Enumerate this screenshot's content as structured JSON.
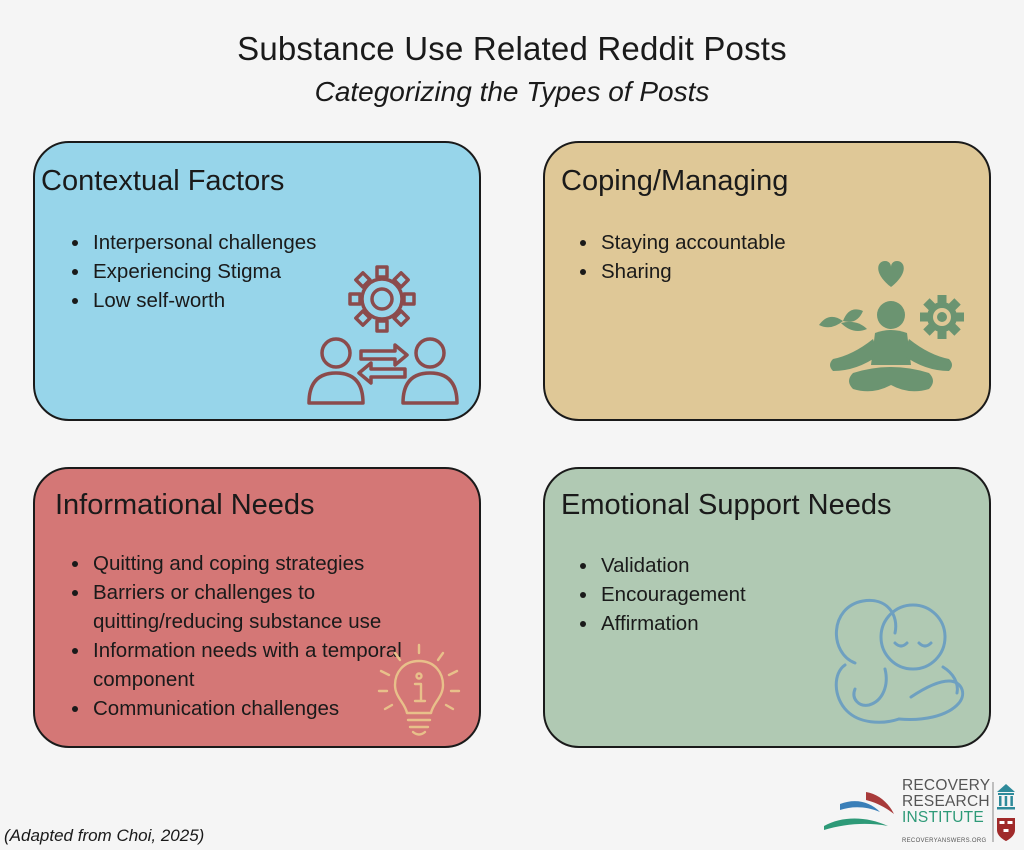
{
  "header": {
    "title": "Substance Use Related Reddit Posts",
    "subtitle": "Categorizing the Types of Posts"
  },
  "cards": {
    "contextual": {
      "title": "Contextual Factors",
      "items": [
        "Interpersonal challenges",
        "Experiencing Stigma",
        "Low self-worth"
      ],
      "icon": "people-exchange-gear-icon",
      "color": "#97d5ea"
    },
    "coping": {
      "title": "Coping/Managing",
      "items": [
        "Staying accountable",
        "Sharing"
      ],
      "icon": "meditation-person-icon",
      "color": "#dfc897"
    },
    "info": {
      "title": "Informational Needs",
      "items": [
        "Quitting and coping strategies",
        "Barriers or challenges to quitting/reducing substance use",
        "Information needs with a temporal component",
        "Communication challenges"
      ],
      "icon": "lightbulb-info-icon",
      "color": "#d47776"
    },
    "emotional": {
      "title": "Emotional Support Needs",
      "items": [
        "Validation",
        "Encouragement",
        "Affirmation"
      ],
      "icon": "hug-icon",
      "color": "#b0c9b3"
    }
  },
  "footer": {
    "citation": "(Adapted from Choi, 2025)",
    "logo": {
      "line1": "RECOVERY",
      "line2": "RESEARCH",
      "line3": "INSTITUTE",
      "url": "RECOVERYANSWERS.ORG"
    }
  }
}
